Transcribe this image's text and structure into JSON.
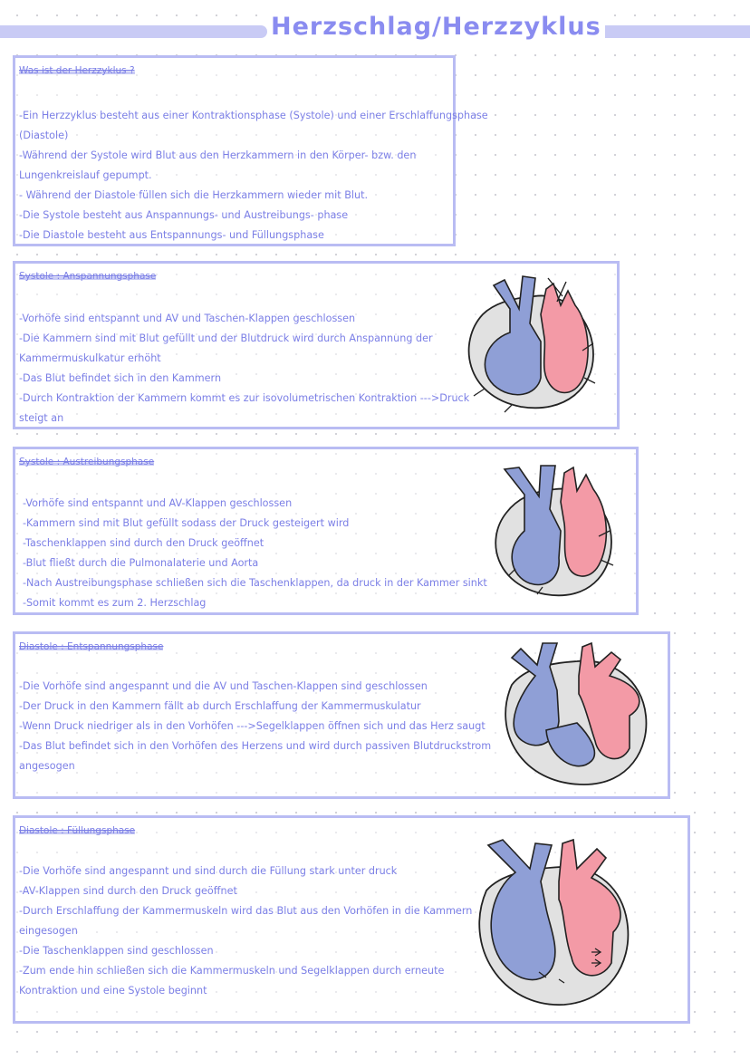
{
  "page": {
    "title": "Herzschlag/Herzzyklus",
    "colors": {
      "accent": "#7b7fe6",
      "border": "#b9bcf3",
      "stripe": "#c9cbf5",
      "vein": "#8f9fd6",
      "artery": "#f39aa6",
      "tissue": "#e1e1e1"
    }
  },
  "sections": [
    {
      "heading": "Was ist der Herzzyklus ?",
      "lines": [
        "-Ein Herzzyklus besteht aus einer Kontraktionsphase (Systole) und einer Erschlaffungsphase",
        "(Diastole)",
        "-Während der Systole wird Blut aus den Herzkammern in den Körper- bzw. den",
        "Lungenkreislauf gepumpt.",
        "- Während der Diastole füllen sich die Herzkammern wieder mit Blut.",
        "-Die Systole besteht aus Anspannungs- und Austreibungs- phase",
        "-Die Diastole besteht aus Entspannungs- und Füllungsphase"
      ]
    },
    {
      "heading": "Systole : Anspannungsphase",
      "lines": [
        "-Vorhöfe sind entspannt und AV und Taschen-Klappen geschlossen",
        "-Die Kammern sind mit Blut gefüllt und der Blutdruck wird durch Anspannung der",
        "Kammermuskulkatur erhöht",
        "-Das Blut befindet sich in den Kammern",
        "-Durch Kontraktion der Kammern kommt es zur isovolumetrischen Kontraktion --->Druck",
        "steigt an"
      ],
      "illustration_icon": "heart-diagram-icon"
    },
    {
      "heading": "Systole : Austreibungsphase",
      "lines": [
        "-Vorhöfe sind entspannt und AV-Klappen geschlossen",
        "-Kammern sind mit Blut gefüllt sodass der Druck gesteigert wird",
        "-Taschenklappen sind durch den Druck geöffnet",
        "-Blut fließt durch die Pulmonalaterie und Aorta",
        "-Nach Austreibungsphase schließen sich die Taschenklappen, da druck in der Kammer sinkt",
        "-Somit kommt es zum 2. Herzschlag"
      ],
      "illustration_icon": "heart-diagram-icon"
    },
    {
      "heading": "Diastole : Entspannungsphase",
      "lines": [
        "-Die Vorhöfe sind angespannt und die AV und Taschen-Klappen sind geschlossen",
        "-Der Druck in den Kammern fällt ab durch Erschlaffung der Kammermuskulatur",
        "-Wenn Druck niedriger als in den Vorhöfen --->Segelklappen öffnen sich  und das Herz saugt",
        "-Das Blut befindet sich in den Vorhöfen des Herzens und wird durch passiven Blutdruckstrom",
        "angesogen"
      ],
      "illustration_icon": "heart-diagram-icon"
    },
    {
      "heading": "Diastole : Füllungsphase",
      "lines": [
        "-Die Vorhöfe sind angespannt und sind durch die Füllung stark unter druck",
        "-AV-Klappen sind durch den Druck geöffnet",
        "-Durch Erschlaffung der Kammermuskeln wird das Blut aus den Vorhöfen in die Kammern",
        "eingesogen",
        "-Die Taschenklappen sind geschlossen",
        "-Zum ende hin schließen sich die Kammermuskeln und Segelklappen durch erneute",
        "Kontraktion und eine Systole beginnt"
      ],
      "illustration_icon": "heart-diagram-icon"
    }
  ]
}
